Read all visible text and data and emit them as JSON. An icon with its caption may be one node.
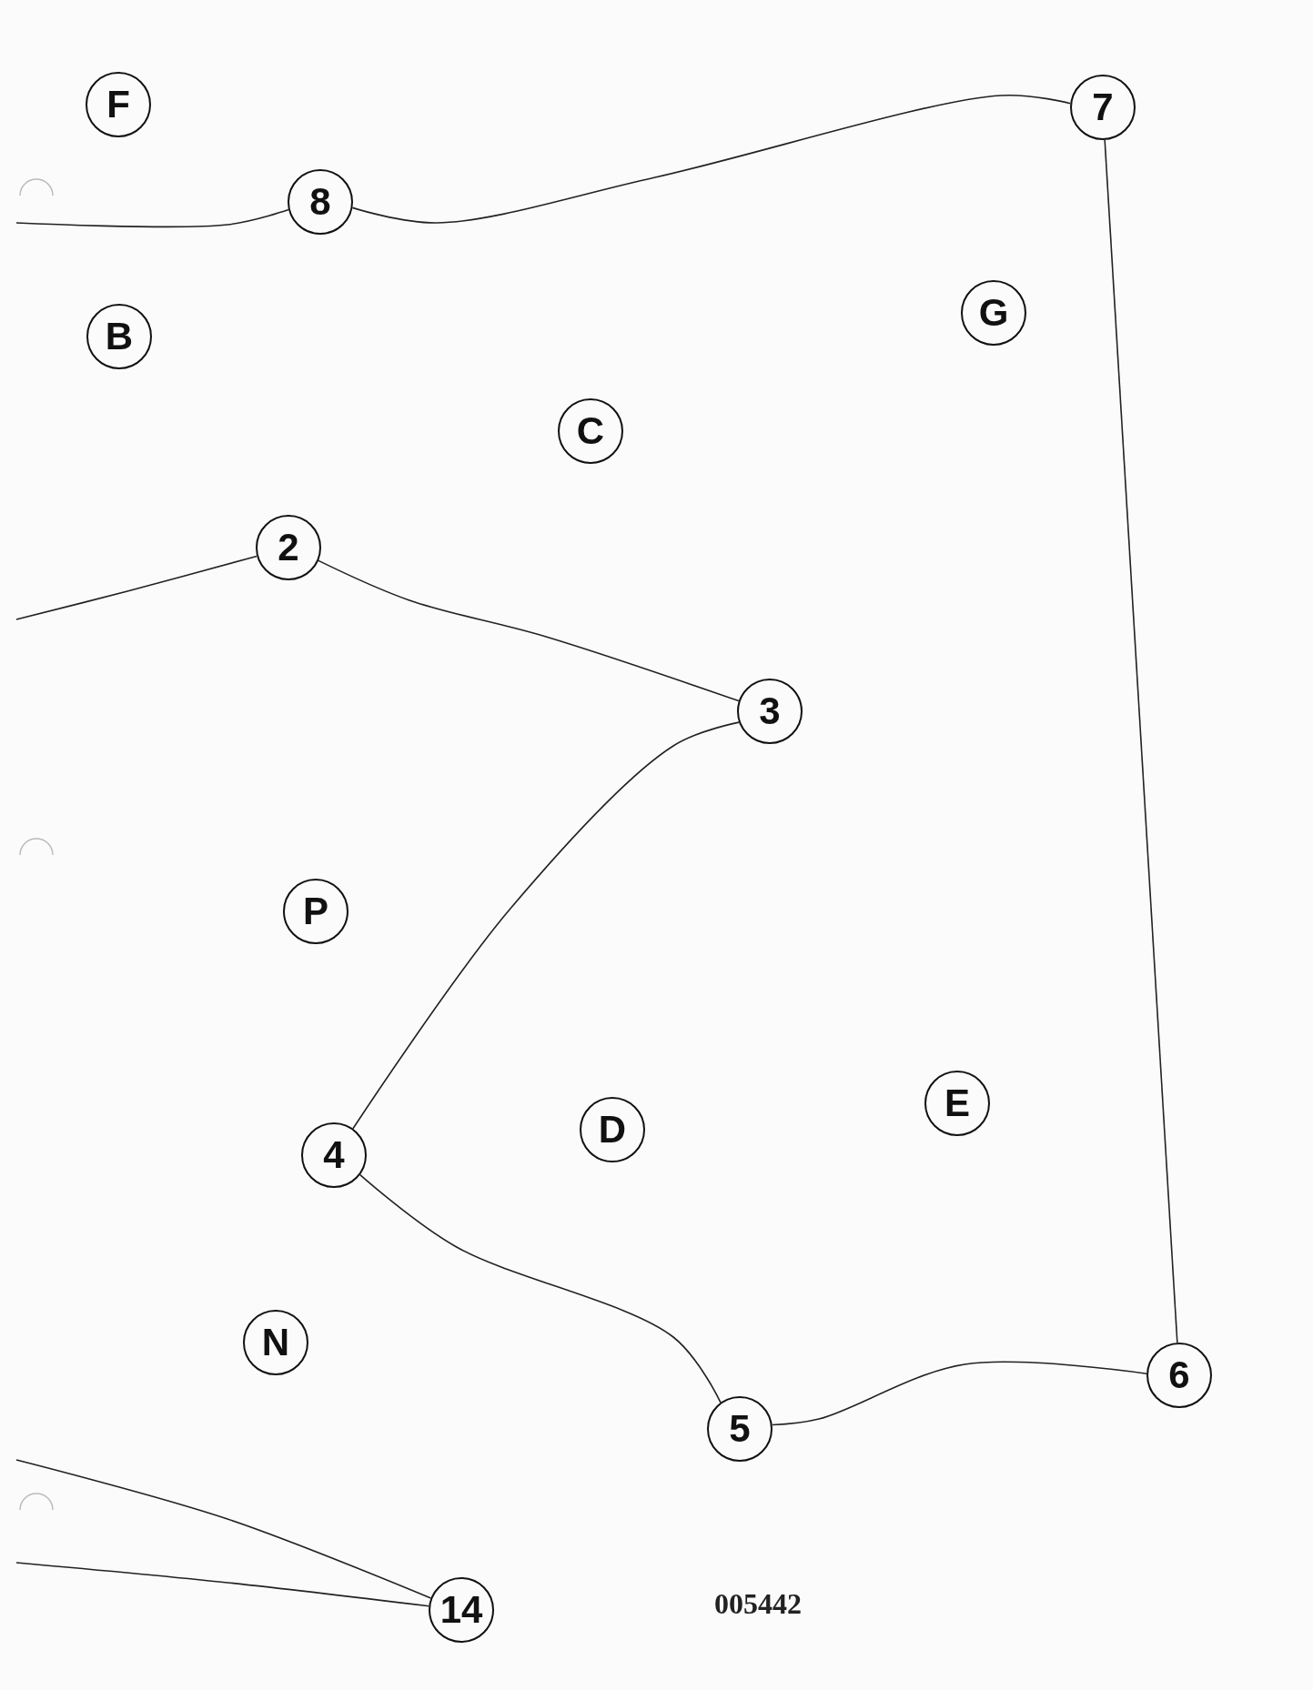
{
  "diagram": {
    "nodes": [
      {
        "text": [
          "F"
        ]
      },
      {
        "text": [
          "7"
        ]
      },
      {
        "text": [
          "8"
        ]
      },
      {
        "text": [
          "G"
        ]
      },
      {
        "text": [
          "B"
        ]
      },
      {
        "text": [
          "C"
        ]
      },
      {
        "text": [
          "2"
        ]
      },
      {
        "text": [
          "3"
        ]
      },
      {
        "text": [
          "P"
        ]
      },
      {
        "text": [
          "E"
        ]
      },
      {
        "text": [
          "D"
        ]
      },
      {
        "text": [
          "4"
        ]
      },
      {
        "text": [
          "N"
        ]
      },
      {
        "text": [
          "6"
        ]
      },
      {
        "text": [
          "5"
        ]
      },
      {
        "text": [
          "14"
        ]
      }
    ],
    "edges": [
      {
        "from": null,
        "to": 2,
        "arrow": "none"
      },
      {
        "from": 2,
        "to": 1,
        "arrow": "none"
      },
      {
        "from": 1,
        "to": 13,
        "arrow": "none"
      },
      {
        "from": 13,
        "to": 14,
        "arrow": "none"
      },
      {
        "from": 14,
        "to": 11,
        "arrow": "none"
      },
      {
        "from": 11,
        "to": 7,
        "arrow": "none"
      },
      {
        "from": 7,
        "to": 6,
        "arrow": "none"
      },
      {
        "from": 6,
        "to": null,
        "arrow": "none"
      },
      {
        "from": null,
        "to": 15,
        "arrow": "none"
      },
      {
        "from": null,
        "to": 15,
        "arrow": "none"
      }
    ],
    "labels": [
      "005442"
    ]
  }
}
